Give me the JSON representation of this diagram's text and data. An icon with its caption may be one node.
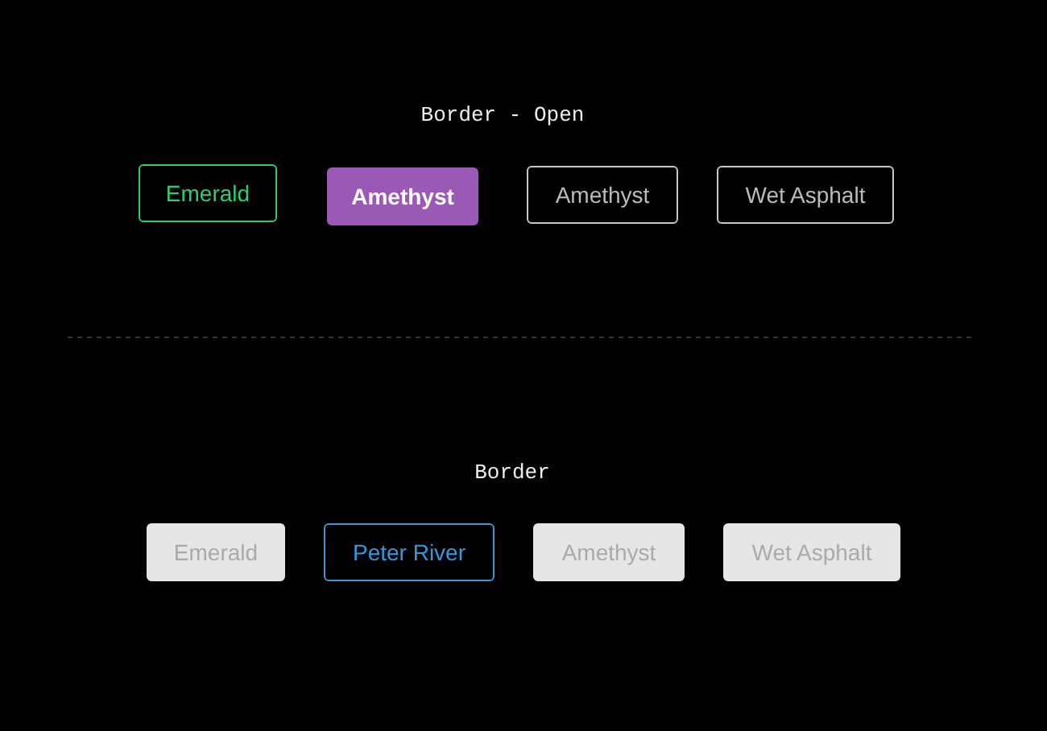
{
  "diagram": {
    "nodes": [
      {
        "text": [
          "Emerald"
        ]
      },
      {
        "text": [
          "Amethyst"
        ]
      },
      {
        "text": [
          "Amethyst"
        ]
      },
      {
        "text": [
          "Wet Asphalt"
        ]
      },
      {
        "text": [
          "Emerald"
        ]
      },
      {
        "text": [
          "Peter River"
        ]
      },
      {
        "text": [
          "Amethyst"
        ]
      },
      {
        "text": [
          "Wet Asphalt"
        ]
      }
    ],
    "labels": [
      "Border - Open",
      "Border"
    ]
  }
}
